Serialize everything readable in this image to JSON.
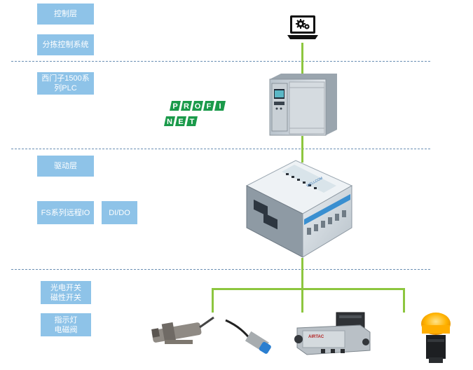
{
  "layers": {
    "control_layer": "控制层",
    "sorting_control_system": "分拣控制系统",
    "plc_label_line1": "西门子1500系",
    "plc_label_line2": "列PLC",
    "drive_layer": "驱动层",
    "fs_remote_io": "FS系列远程IO",
    "di_do": "DI/DO",
    "sensor_label_line1": "光电开关",
    "sensor_label_line2": "磁性开关",
    "indicator_label_line1": "指示灯",
    "indicator_label_line2": "电磁阀"
  },
  "profinet": {
    "row1": [
      "P",
      "R",
      "O",
      "F",
      "I"
    ],
    "row2": [
      "N",
      "E",
      "T"
    ]
  },
  "valve_brand": "AIRTAC",
  "remote_io_brand": "WELLCOM",
  "colors": {
    "label_bg": "#8ec3e8",
    "link_green": "#8dc63f",
    "profinet_green": "#1a9a4a",
    "divider": "#6a8fb3"
  }
}
